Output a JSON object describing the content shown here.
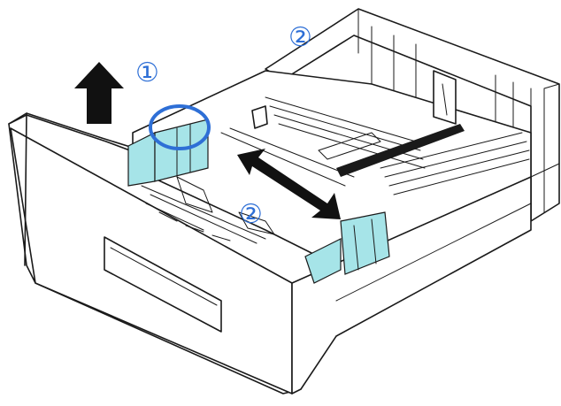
{
  "callouts": {
    "lift_guide": "①",
    "slide_guide_top": "②",
    "slide_guide_center": "②"
  },
  "colors": {
    "callout": "#2e6fd6",
    "guide_fill": "#a6e4e8",
    "outline": "#1a1a1a",
    "arrow": "#111111"
  },
  "icons": {
    "up_arrow": "arrow-up-icon",
    "double_arrow": "double-headed-arrow-icon",
    "highlight_ring": "highlight-circle-icon"
  }
}
